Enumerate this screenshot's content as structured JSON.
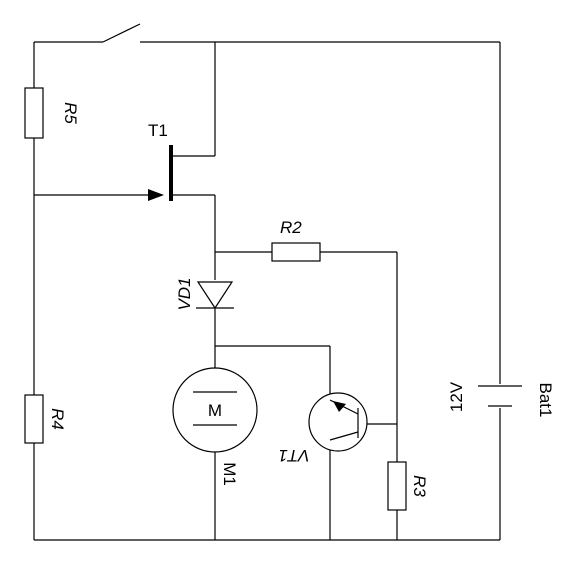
{
  "labels": {
    "switch": "",
    "r5": "R5",
    "t1": "T1",
    "r2": "R2",
    "vd1": "VD1",
    "r4": "R4",
    "m1": "M1",
    "motor_symbol": "M",
    "vt1": "VT1",
    "r3": "R3",
    "battery_voltage": "12V",
    "bat1": "Bat1"
  },
  "colors": {
    "ink": "#000000",
    "background": "#ffffff"
  }
}
